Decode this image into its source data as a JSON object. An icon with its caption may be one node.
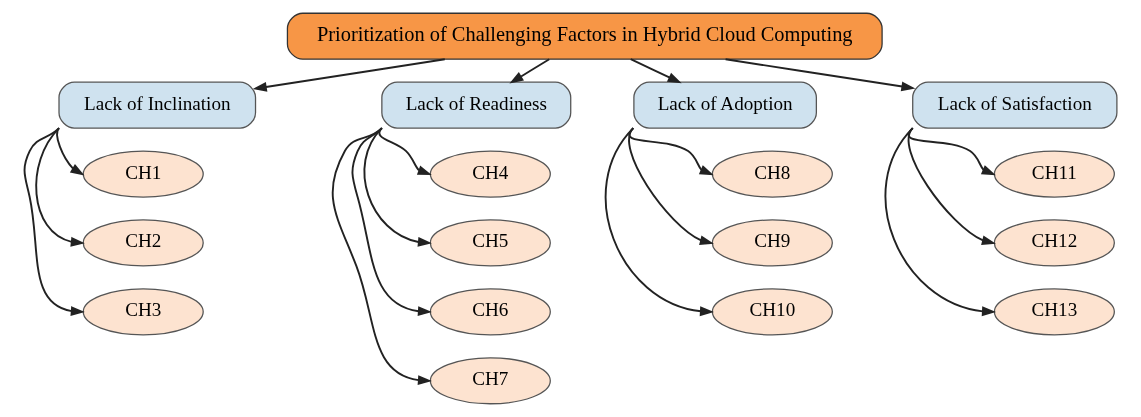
{
  "diagram": {
    "nodes": [
      {
        "text": [
          "Prioritization of Challenging Factors in Hybrid Cloud Computing"
        ]
      },
      {
        "text": [
          "Lack of Inclination"
        ]
      },
      {
        "text": [
          "CH1"
        ]
      },
      {
        "text": [
          "CH2"
        ]
      },
      {
        "text": [
          "CH3"
        ]
      },
      {
        "text": [
          "Lack of Readiness"
        ]
      },
      {
        "text": [
          "CH4"
        ]
      },
      {
        "text": [
          "CH5"
        ]
      },
      {
        "text": [
          "CH6"
        ]
      },
      {
        "text": [
          "CH7"
        ]
      },
      {
        "text": [
          "Lack of Adoption"
        ]
      },
      {
        "text": [
          "CH8"
        ]
      },
      {
        "text": [
          "CH9"
        ]
      },
      {
        "text": [
          "CH10"
        ]
      },
      {
        "text": [
          "Lack of Satisfaction"
        ]
      },
      {
        "text": [
          "CH11"
        ]
      },
      {
        "text": [
          "CH12"
        ]
      },
      {
        "text": [
          "CH13"
        ]
      }
    ],
    "edges": [
      {
        "from": 0,
        "to": 1,
        "arrow": "to"
      },
      {
        "from": 0,
        "to": 5,
        "arrow": "to"
      },
      {
        "from": 0,
        "to": 10,
        "arrow": "to"
      },
      {
        "from": 0,
        "to": 14,
        "arrow": "to"
      },
      {
        "from": 1,
        "to": 2,
        "arrow": "to"
      },
      {
        "from": 1,
        "to": 3,
        "arrow": "to"
      },
      {
        "from": 1,
        "to": 4,
        "arrow": "to"
      },
      {
        "from": 5,
        "to": 6,
        "arrow": "to"
      },
      {
        "from": 5,
        "to": 7,
        "arrow": "to"
      },
      {
        "from": 5,
        "to": 8,
        "arrow": "to"
      },
      {
        "from": 5,
        "to": 9,
        "arrow": "to"
      },
      {
        "from": 10,
        "to": 11,
        "arrow": "to"
      },
      {
        "from": 10,
        "to": 12,
        "arrow": "to"
      },
      {
        "from": 10,
        "to": 13,
        "arrow": "to"
      },
      {
        "from": 14,
        "to": 15,
        "arrow": "to"
      },
      {
        "from": 14,
        "to": 16,
        "arrow": "to"
      },
      {
        "from": 14,
        "to": 17,
        "arrow": "to"
      }
    ]
  }
}
